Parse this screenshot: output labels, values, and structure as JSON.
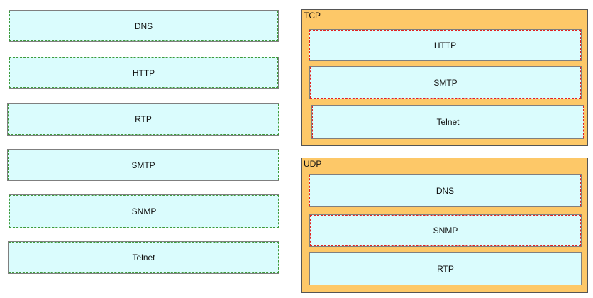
{
  "source_items": [
    {
      "label": "DNS"
    },
    {
      "label": "HTTP"
    },
    {
      "label": "RTP"
    },
    {
      "label": "SMTP"
    },
    {
      "label": "SNMP"
    },
    {
      "label": "Telnet"
    }
  ],
  "targets": {
    "tcp": {
      "label": "TCP",
      "items": [
        {
          "label": "HTTP"
        },
        {
          "label": "SMTP"
        },
        {
          "label": "Telnet"
        }
      ]
    },
    "udp": {
      "label": "UDP",
      "items": [
        {
          "label": "DNS"
        },
        {
          "label": "SNMP"
        },
        {
          "label": "RTP"
        }
      ]
    }
  },
  "colors": {
    "item_fill": "#dafcfd",
    "group_fill": "#fdc868",
    "source_dash": "#3e9a3a",
    "target_dash": "#e32020"
  }
}
